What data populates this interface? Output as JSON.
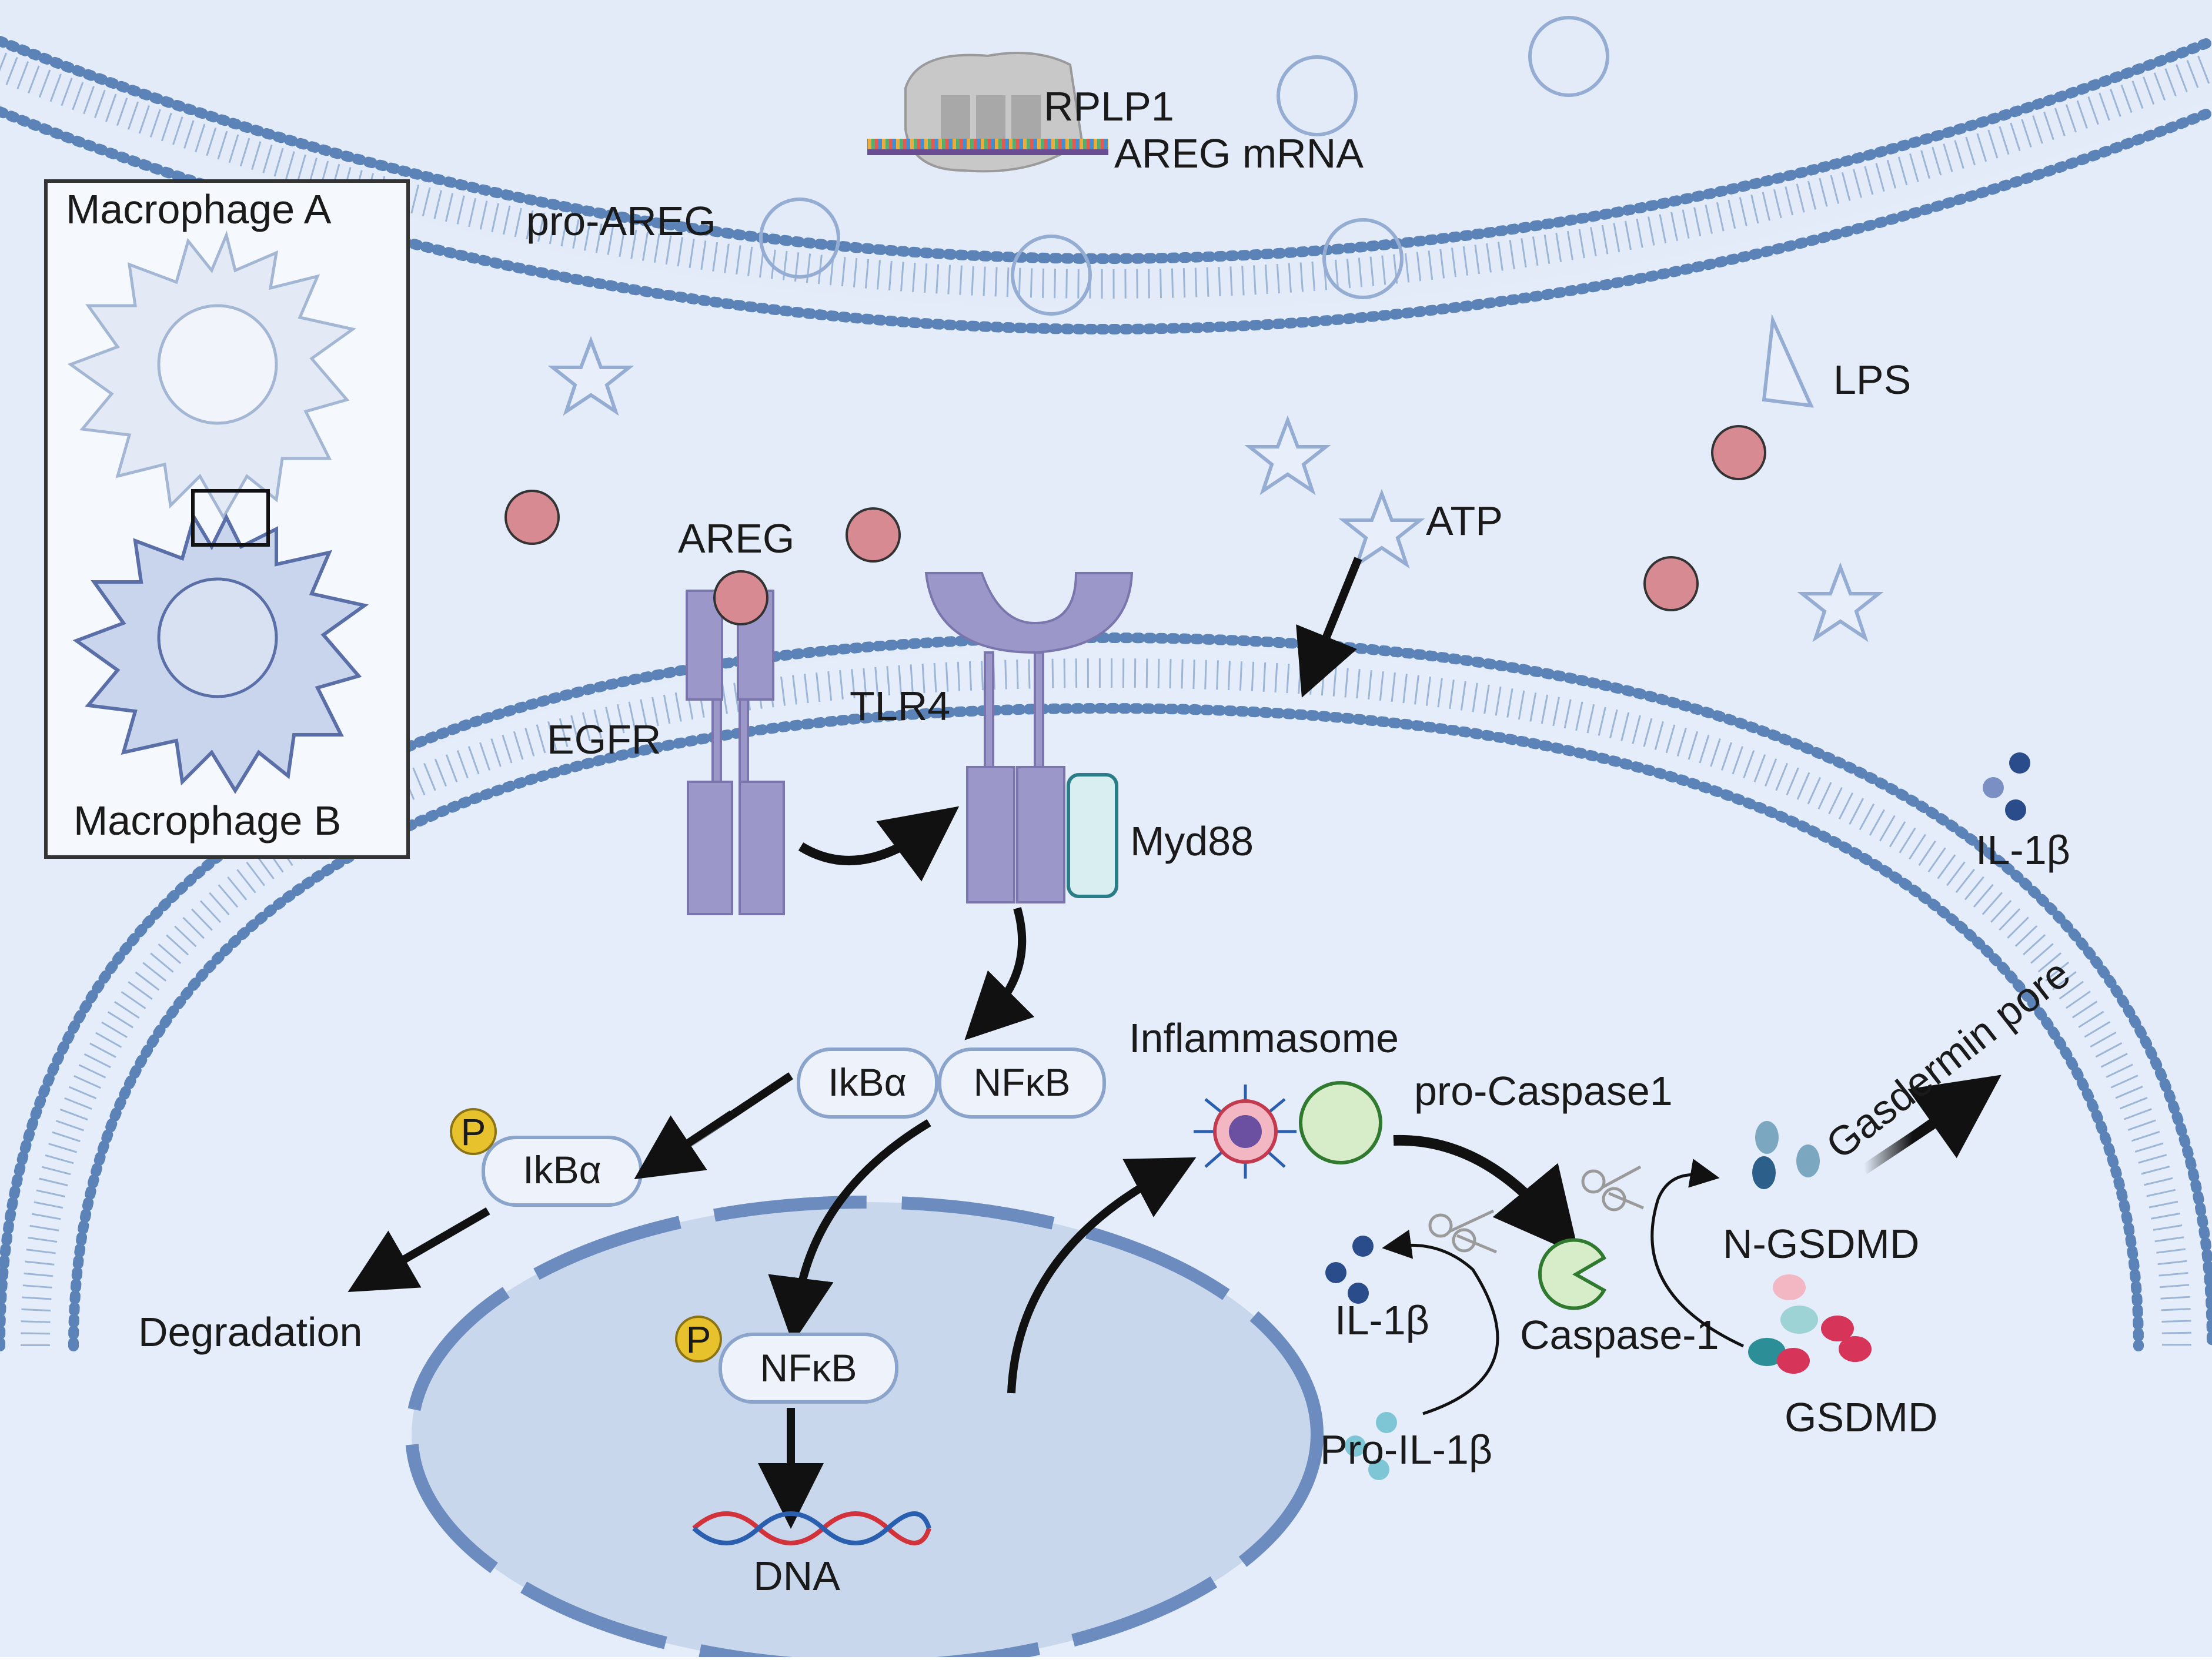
{
  "inset": {
    "macrophage_a": "Macrophage A",
    "macrophage_b": "Macrophage B"
  },
  "upper_cell": {
    "ribosome_label": "RPLP1",
    "mrna_label": "AREG mRNA",
    "pro_areg": "pro-AREG"
  },
  "extracellular": {
    "lps": "LPS",
    "atp": "ATP",
    "areg": "AREG",
    "il1b_secreted": "IL-1β"
  },
  "receptors": {
    "egfr": "EGFR",
    "tlr4": "TLR4",
    "myd88": "Myd88"
  },
  "signaling": {
    "ikba": "IkBα",
    "nfkb": "NFκB",
    "p_ikba": "IkBα",
    "phospho": "P",
    "degradation": "Degradation",
    "p_nfkb": "NFκB",
    "dna": "DNA"
  },
  "pyroptosis": {
    "inflammasome": "Inflammasome",
    "pro_caspase1": "pro-Caspase1",
    "caspase1": "Caspase-1",
    "il1b": "IL-1β",
    "pro_il1b": "Pro-IL-1β",
    "n_gsdmd": "N-GSDMD",
    "gsdmd": "GSDMD",
    "gasdermin_pore": "Gasdermin pore"
  },
  "colors": {
    "background": "#e3ecf8",
    "membrane_head": "#5b83b8",
    "receptor": "#9b97c8",
    "areg_particle": "#d88a93",
    "myd88": "#d9eef0",
    "phospho": "#e7c22c",
    "caspase": "#d7ecc8"
  }
}
